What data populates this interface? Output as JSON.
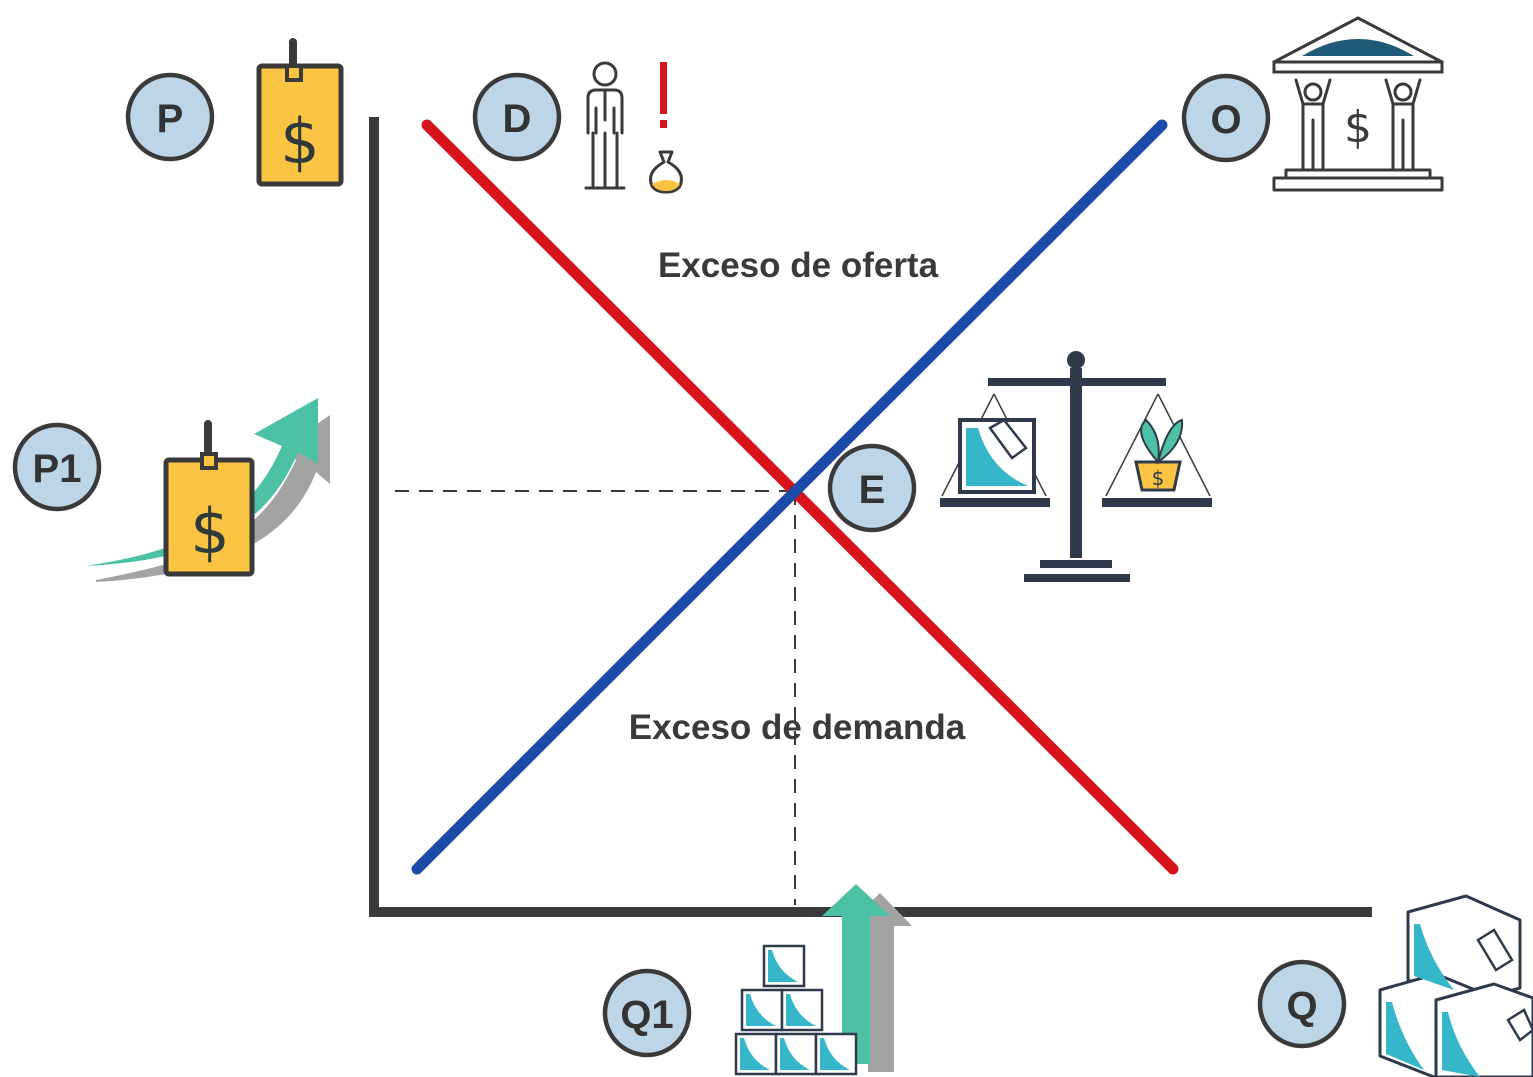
{
  "diagram": {
    "regions": {
      "excess_supply": "Exceso de oferta",
      "excess_demand": "Exceso de demanda"
    },
    "badges": {
      "price": "P",
      "price_1": "P1",
      "demand": "D",
      "supply": "O",
      "equilibrium": "E",
      "quantity_1": "Q1",
      "quantity": "Q"
    },
    "icons": {
      "price": "price-tag-dollar-icon",
      "price_rise": "price-tag-rising-arrow-icon",
      "demand": "consumer-with-money-bag-icon",
      "alert": "exclamation-icon",
      "supply": "bank-producers-icon",
      "equilibrium": "balance-scale-icon",
      "quantity_rise": "boxes-rising-arrow-icon",
      "quantity": "boxes-icon"
    },
    "colors": {
      "demand_line": "#d7131b",
      "supply_line": "#1c4aa8",
      "axis": "#3a3a3a",
      "badge_fill": "#bcd6e8",
      "tag_yellow": "#fcc443",
      "arrow_teal": "#4cc1a6",
      "arrow_grey": "#a3a3a3",
      "alert_red": "#d7131b"
    }
  }
}
